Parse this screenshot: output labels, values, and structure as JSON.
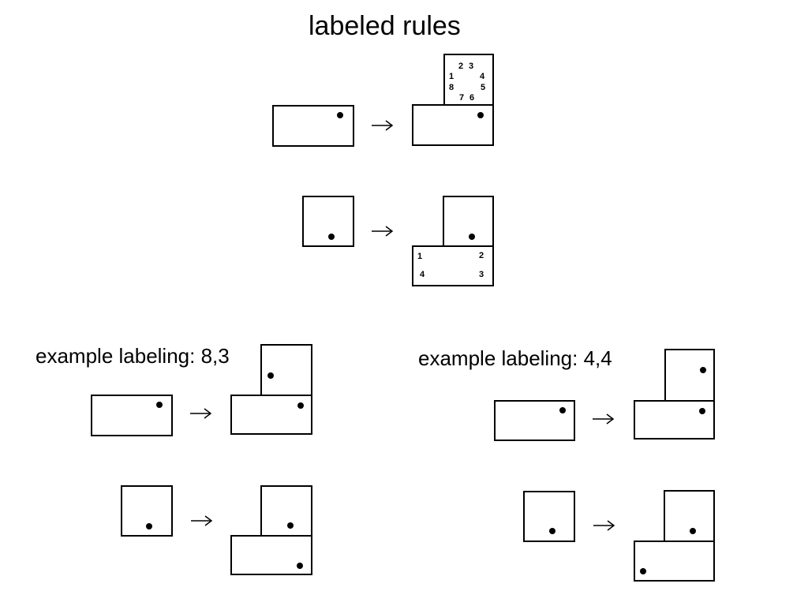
{
  "title": "labeled rules",
  "colors": {
    "ink": "#000000",
    "paper": "#ffffff"
  },
  "icons": {
    "arrow_right": "→",
    "dot_marker": "●"
  },
  "rule1": {
    "labels": {
      "n1": "1",
      "n2": "2",
      "n3": "3",
      "n4": "4",
      "n5": "5",
      "n6": "6",
      "n7": "7",
      "n8": "8"
    }
  },
  "rule2": {
    "labels": {
      "tl": "1",
      "tr": "2",
      "br": "3",
      "bl": "4"
    }
  },
  "examples": [
    {
      "caption": "example labeling: 8,3"
    },
    {
      "caption": "example labeling: 4,4"
    }
  ]
}
